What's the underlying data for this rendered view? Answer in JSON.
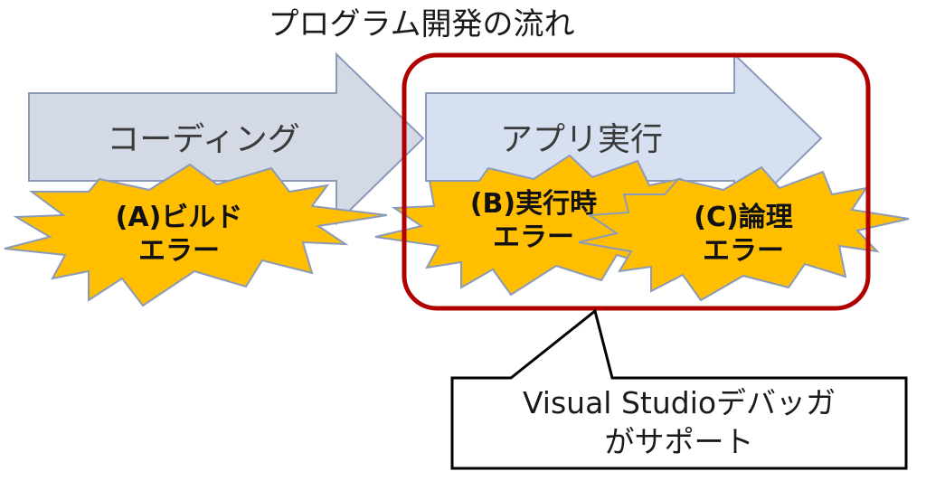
{
  "title": "プログラム開発の流れ",
  "phases": [
    {
      "label": "コーディング"
    },
    {
      "label": "アプリ実行"
    }
  ],
  "errors": [
    {
      "line1": "(A)ビルド",
      "line2": "エラー"
    },
    {
      "line1": "(B)実行時",
      "line2": "エラー"
    },
    {
      "line1": "(C)論理",
      "line2": "エラー"
    }
  ],
  "callout": {
    "line1": "Visual Studioデバッガ",
    "line2": "がサポート"
  },
  "colors": {
    "arrow_fill": "#d3d9e5",
    "arrow_fill_2": "#d7e0f1",
    "arrow_stroke": "#8a9ab8",
    "burst_fill": "#ffbf00",
    "burst_stroke": "#8a9ab8",
    "highlight_stroke": "#b00000",
    "callout_stroke": "#000000"
  }
}
